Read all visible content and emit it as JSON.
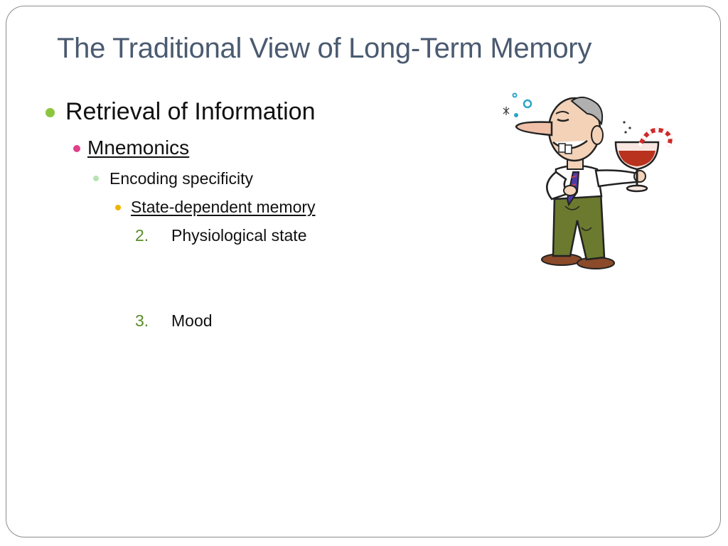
{
  "slide": {
    "title": "The Traditional View of Long-Term Memory",
    "items": {
      "level1": "Retrieval of Information",
      "level2": "Mnemonics",
      "level3": "Encoding specificity",
      "level4": "State-dependent memory",
      "numbered": [
        {
          "number": "2.",
          "text": "Physiological state"
        },
        {
          "number": "3.",
          "text": "Mood"
        }
      ]
    },
    "colors": {
      "title": "#4a5a70",
      "bullet_level1": "#8cc63f",
      "bullet_level2": "#e0408a",
      "bullet_level3": "#b7e3b3",
      "bullet_level4": "#f0b400",
      "number": "#5a8c2a",
      "frame": "#8c8c8c"
    },
    "clipart": "drunk-old-man-with-wine-glass-illustration"
  }
}
